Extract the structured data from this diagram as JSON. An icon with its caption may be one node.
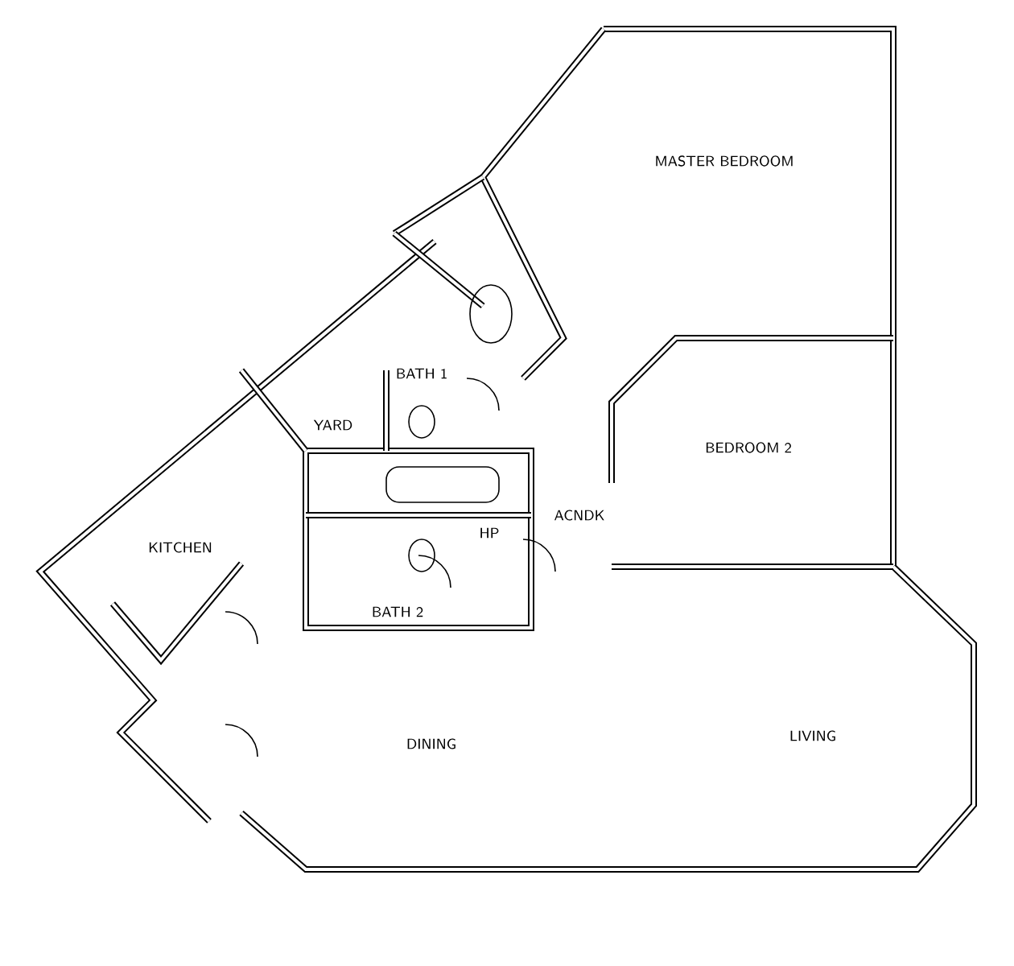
{
  "diagram": {
    "labels": [
      "MASTER BEDROOM",
      "BATH 1",
      "YARD",
      "BEDROOM 2",
      "HP",
      "ACNDK",
      "KITCHEN",
      "BATH 2",
      "DINING",
      "LIVING"
    ]
  }
}
